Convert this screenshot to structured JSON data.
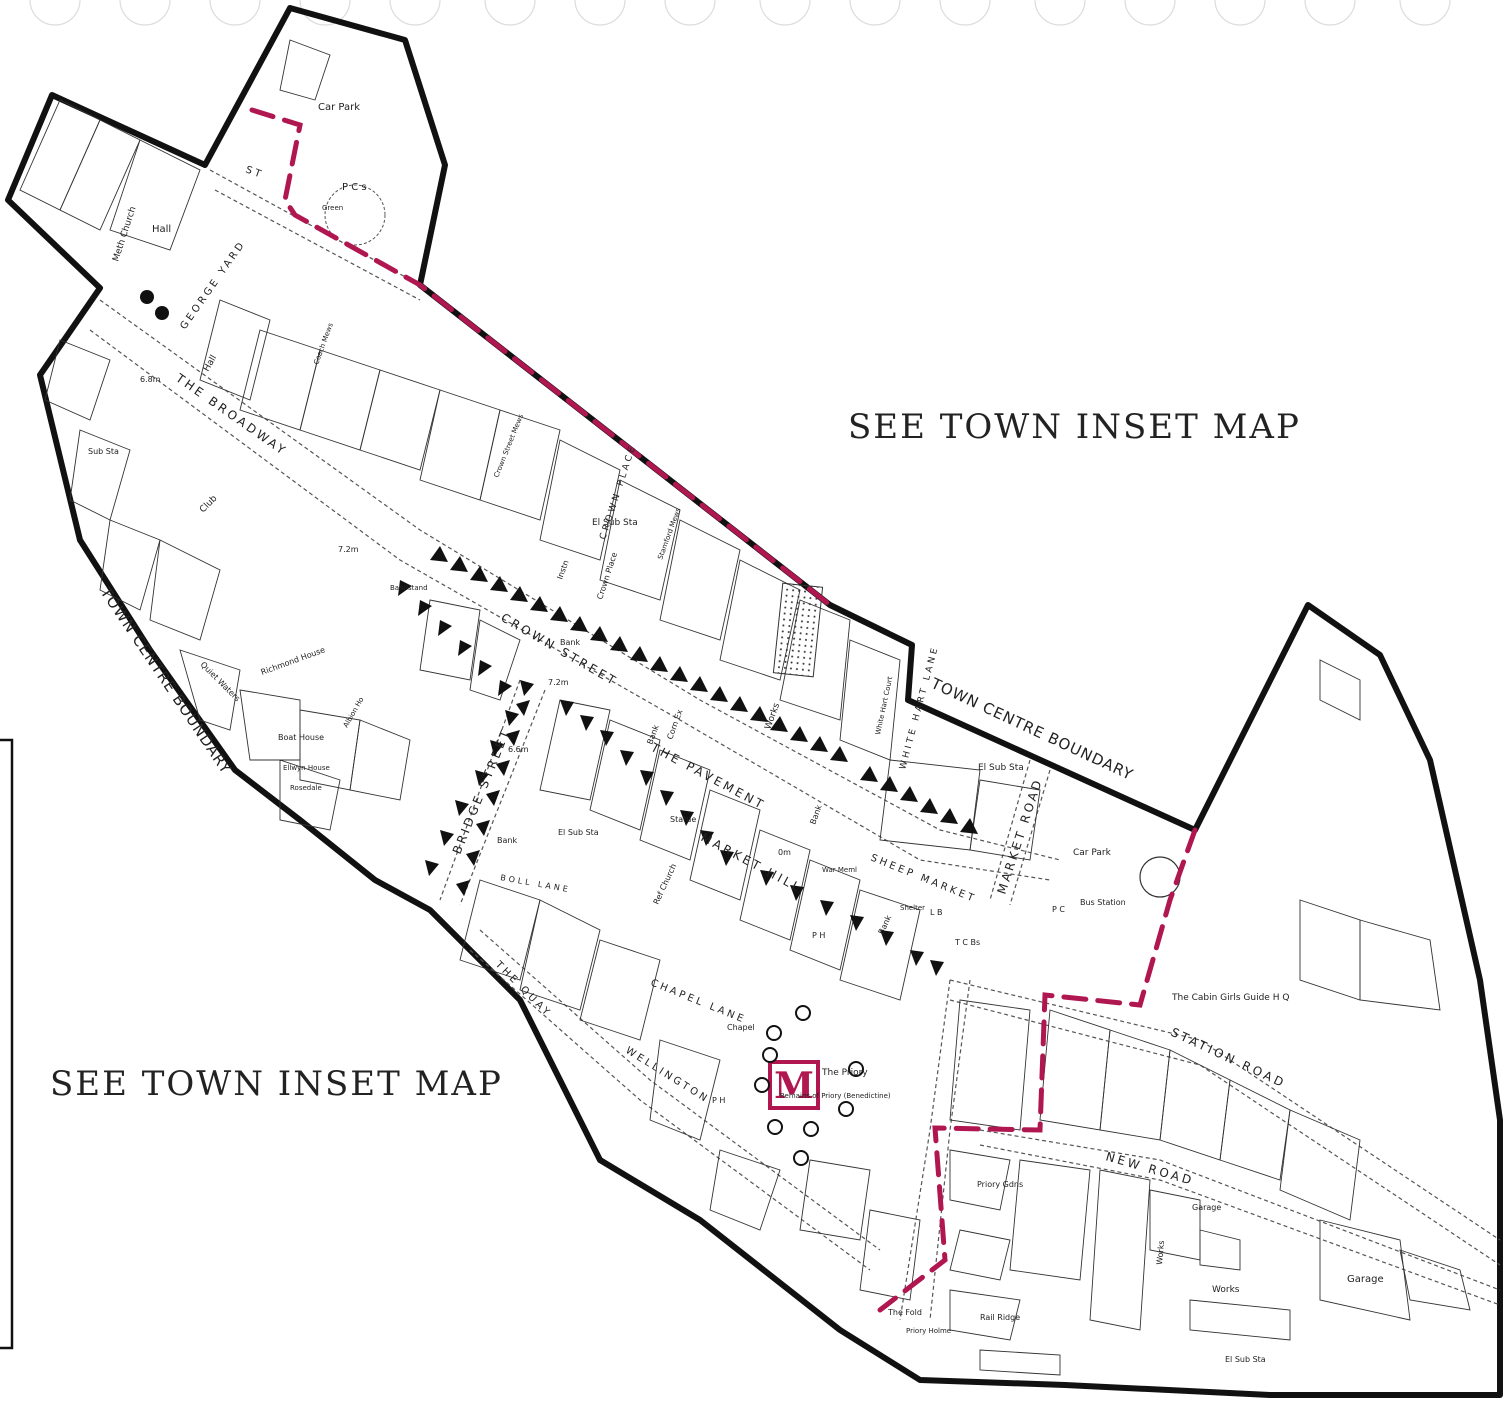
{
  "map": {
    "inset_notes": [
      "SEE TOWN INSET MAP",
      "SEE TOWN INSET MAP"
    ],
    "boundary_labels": [
      "TOWN CENTRE BOUNDARY",
      "TOWN CENTRE BOUNDARY"
    ],
    "streets": [
      "THE BROADWAY",
      "THE PAVEMENT",
      "MARKET HILL",
      "BRIDGE STREET",
      "CROWN STREET",
      "STATION ROAD",
      "NEW ROAD",
      "MARKET ROAD",
      "SHEEP MARKET",
      "THE QUAY",
      "CHAPEL LANE",
      "WELLINGTON",
      "GEORGE YARD",
      "CROWN PLACE",
      "WHITE HART LANE",
      "BOLL LANE",
      "ST"
    ],
    "places": [
      "Car Park",
      "P C s",
      "Meth Church",
      "Hall",
      "Hall",
      "Coach Mews",
      "Crown Street Mews",
      "El Sub Sta",
      "Club",
      "Sub Sta",
      "Richmond House",
      "Quiet Waters",
      "Boat House",
      "Ellwyn House",
      "Rosedale",
      "Albion Ho",
      "Bank",
      "Bank",
      "Bank",
      "Bank",
      "Bank",
      "Corn Ex",
      "Works",
      "Works",
      "Works",
      "El Sub Sta",
      "Car Park",
      "Bus Station",
      "P C",
      "Shelter",
      "L B",
      "T C Bs",
      "The Cabin Girls Guide H Q",
      "Statue",
      "War Meml",
      "Ref Church",
      "P H",
      "P H",
      "Chapel",
      "The Priory",
      "Remains of Priory (Benedictine)",
      "Priory Gdns",
      "Garage",
      "Garage",
      "Rail Ridge",
      "The Fold",
      "Priory Holme",
      "El Sub Sta",
      "Instn",
      "Bandstand",
      "Green",
      "Crown Place",
      "Stamford Mews",
      "White Hart Court",
      "El Sub Sta"
    ],
    "spot_heights": [
      "6.8m",
      "7.2m",
      "6.6m",
      "7.2m",
      "0m"
    ],
    "monument_marker": "M",
    "colors": {
      "boundary": "#111111",
      "conservation": "#b0164f",
      "monument": "#b0164f"
    }
  }
}
